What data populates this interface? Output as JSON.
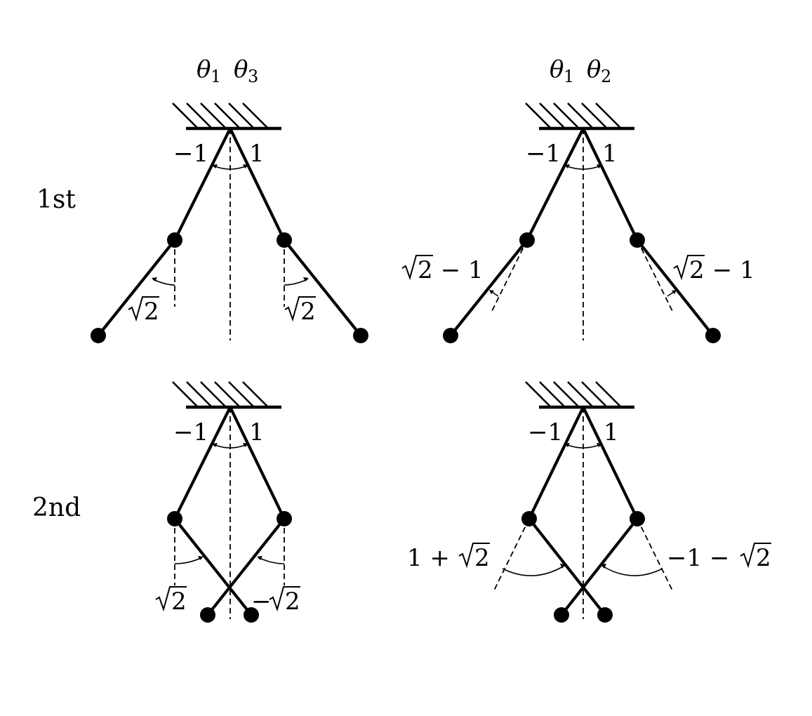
{
  "row_labels": {
    "first": "1st",
    "second": "2nd"
  },
  "column_headers": {
    "left": {
      "theta_a": "θ",
      "theta_a_sub": "1",
      "theta_b": "θ",
      "theta_b_sub": "3"
    },
    "right": {
      "theta_a": "θ",
      "theta_a_sub": "1",
      "theta_b": "θ",
      "theta_b_sub": "2"
    }
  },
  "panels": {
    "first_left": {
      "upper_left": "−1",
      "upper_right": "1",
      "lower_left": "2",
      "lower_right": "2"
    },
    "first_right": {
      "upper_left": "−1",
      "upper_right": "1",
      "lower_left_radicand": "2",
      "lower_left_suffix": " − 1",
      "lower_right_radicand": "2",
      "lower_right_suffix": " − 1"
    },
    "second_left": {
      "upper_left": "−1",
      "upper_right": "1",
      "lower_left": "2",
      "lower_right_prefix": "−",
      "lower_right": "2"
    },
    "second_right": {
      "upper_left": "−1",
      "upper_right": "1",
      "lower_left_prefix": "1 + ",
      "lower_left_radicand": "2",
      "lower_right_prefix": "−1 − ",
      "lower_right_radicand": "2"
    }
  }
}
